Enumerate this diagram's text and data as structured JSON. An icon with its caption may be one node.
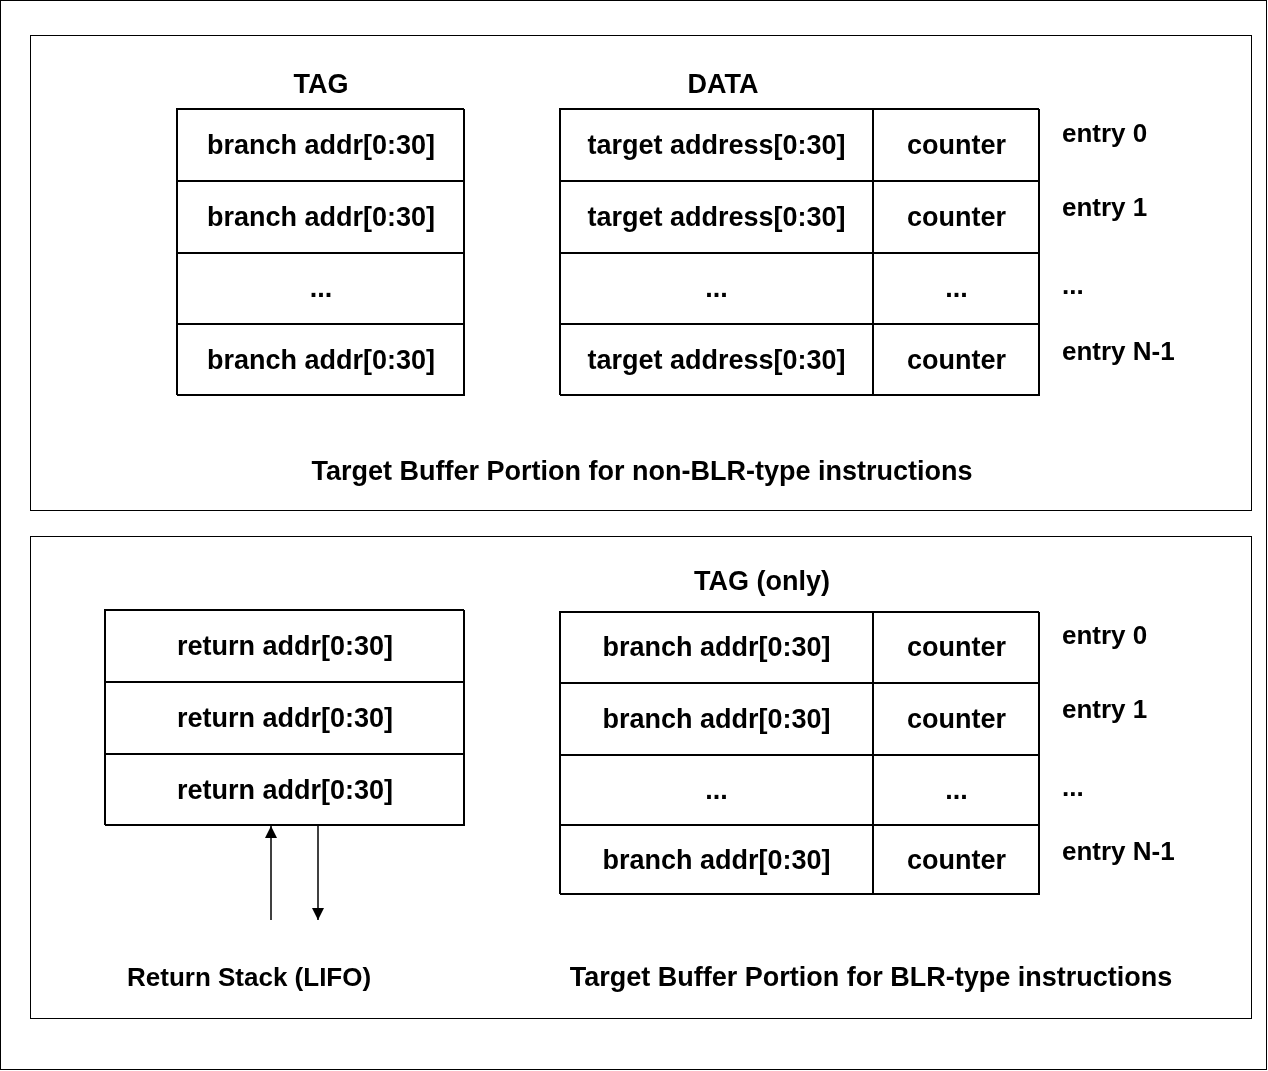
{
  "diagram": {
    "nodes": [
      {
        "text": [
          "Target Buffer Portion for non-BLR-type instructions"
        ]
      },
      {
        "text": [
          "TAG"
        ],
        "in": 0
      },
      {
        "text": [
          "branch addr[0:30]"
        ],
        "in": 1
      },
      {
        "text": [
          "branch addr[0:30]"
        ],
        "in": 1
      },
      {
        "text": [
          "..."
        ],
        "in": 1
      },
      {
        "text": [
          "branch addr[0:30]"
        ],
        "in": 1
      },
      {
        "text": [
          "DATA"
        ],
        "in": 0
      },
      {
        "text": [
          "target address[0:30]"
        ],
        "in": 6
      },
      {
        "text": [
          "counter"
        ],
        "in": 6
      },
      {
        "text": [
          "target address[0:30]"
        ],
        "in": 6
      },
      {
        "text": [
          "counter"
        ],
        "in": 6
      },
      {
        "text": [
          "..."
        ],
        "in": 6
      },
      {
        "text": [
          "..."
        ],
        "in": 6
      },
      {
        "text": [
          "target address[0:30]"
        ],
        "in": 6
      },
      {
        "text": [
          "counter"
        ],
        "in": 6
      },
      {
        "text": [
          "Target Buffer Portion for BLR-type instructions"
        ]
      },
      {
        "text": [],
        "shape": "box",
        "in": 15
      },
      {
        "text": [
          "return addr[0:30]"
        ],
        "in": 16
      },
      {
        "text": [
          "return addr[0:30]"
        ],
        "in": 16
      },
      {
        "text": [
          "return addr[0:30]"
        ],
        "in": 16
      },
      {
        "text": [
          "TAG (only)"
        ],
        "in": 15
      },
      {
        "text": [
          "branch addr[0:30]"
        ],
        "in": 20
      },
      {
        "text": [
          "counter"
        ],
        "in": 20
      },
      {
        "text": [
          "branch addr[0:30]"
        ],
        "in": 20
      },
      {
        "text": [
          "counter"
        ],
        "in": 20
      },
      {
        "text": [
          "..."
        ],
        "in": 20
      },
      {
        "text": [
          "..."
        ],
        "in": 20
      },
      {
        "text": [
          "branch addr[0:30]"
        ],
        "in": 20
      },
      {
        "text": [
          "counter"
        ],
        "in": 20
      }
    ],
    "edges": [
      {
        "from": null,
        "to": 16,
        "arrow": "to"
      },
      {
        "from": 16,
        "to": null,
        "arrow": "to"
      }
    ],
    "labels": [
      "entry 0",
      "entry 1",
      "...",
      "entry N-1",
      "entry 0",
      "entry 1",
      "...",
      "entry N-1",
      "Return Stack (LIFO)"
    ]
  }
}
